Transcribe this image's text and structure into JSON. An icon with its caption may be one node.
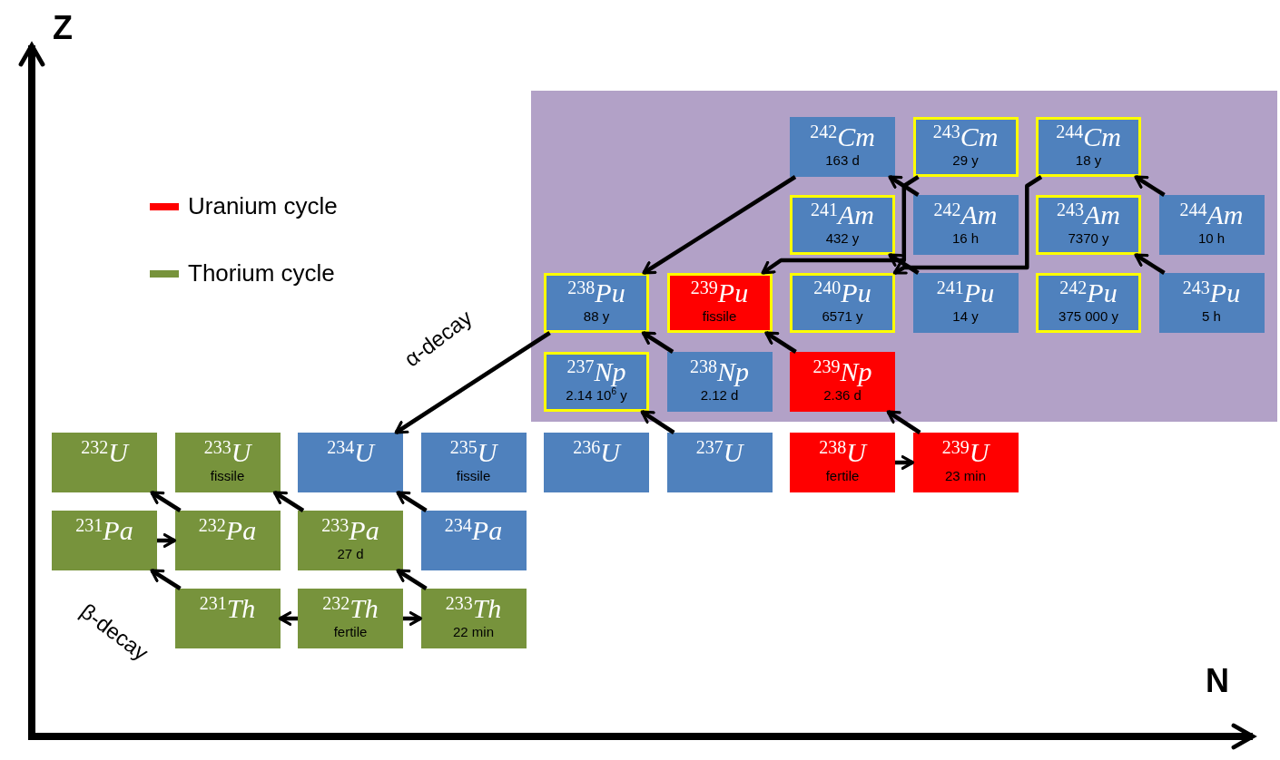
{
  "diagram": {
    "nodes": [
      {
        "text": [
          "$^{242}$*Cm*",
          "163 d"
        ]
      },
      {
        "text": [
          "$^{243}$*Cm*",
          "29 y"
        ]
      },
      {
        "text": [
          "$^{244}$*Cm*",
          "18 y"
        ]
      },
      {
        "text": [
          "$^{241}$*Am*",
          "432 y"
        ]
      },
      {
        "text": [
          "$^{242}$*Am*",
          "16 h"
        ]
      },
      {
        "text": [
          "$^{243}$*Am*",
          "7370 y"
        ]
      },
      {
        "text": [
          "$^{244}$*Am*",
          "10 h"
        ]
      },
      {
        "text": [
          "$^{238}$*Pu*",
          "88 y"
        ]
      },
      {
        "text": [
          "$^{239}$*Pu*",
          "fissile"
        ]
      },
      {
        "text": [
          "$^{240}$*Pu*",
          "6571 y"
        ]
      },
      {
        "text": [
          "$^{241}$*Pu*",
          "14 y"
        ]
      },
      {
        "text": [
          "$^{242}$*Pu*",
          "375 000 y"
        ]
      },
      {
        "text": [
          "$^{243}$*Pu*",
          "5 h"
        ]
      },
      {
        "text": [
          "$^{237}$*Np*",
          "2.14 10$^{6}$ y"
        ]
      },
      {
        "text": [
          "$^{238}$*Np*",
          "2.12 d"
        ]
      },
      {
        "text": [
          "$^{239}$*Np*",
          "2.36 d"
        ]
      },
      {
        "text": [
          "$^{232}$*U*"
        ]
      },
      {
        "text": [
          "$^{233}$*U*",
          "fissile"
        ]
      },
      {
        "text": [
          "$^{234}$*U*"
        ]
      },
      {
        "text": [
          "$^{235}$*U*",
          "fissile"
        ]
      },
      {
        "text": [
          "$^{236}$*U*"
        ]
      },
      {
        "text": [
          "$^{237}$*U*"
        ]
      },
      {
        "text": [
          "$^{238}$*U*",
          "fertile"
        ]
      },
      {
        "text": [
          "$^{239}$*U*",
          "23 min"
        ]
      },
      {
        "text": [
          "$^{231}$*Pa*"
        ]
      },
      {
        "text": [
          "$^{232}$*Pa*"
        ]
      },
      {
        "text": [
          "$^{233}$*Pa*",
          "27 d"
        ]
      },
      {
        "text": [
          "$^{234}$*Pa*"
        ]
      },
      {
        "text": [
          "$^{231}$*Th*"
        ]
      },
      {
        "text": [
          "$^{232}$*Th*",
          "fertile"
        ]
      },
      {
        "text": [
          "$^{233}$*Th*",
          "22 min"
        ]
      }
    ],
    "edges": [
      {
        "from": 28,
        "to": 24,
        "arrow": "to"
      },
      {
        "from": 24,
        "to": 25,
        "arrow": "to"
      },
      {
        "from": 25,
        "to": 16,
        "arrow": "to"
      },
      {
        "from": 29,
        "to": 28,
        "arrow": "to"
      },
      {
        "from": 29,
        "to": 30,
        "arrow": "to"
      },
      {
        "from": 30,
        "to": 26,
        "arrow": "to"
      },
      {
        "from": 26,
        "to": 17,
        "arrow": "to"
      },
      {
        "from": 27,
        "to": 18,
        "arrow": "to"
      },
      {
        "from": 7,
        "to": 18,
        "arrow": "to"
      },
      {
        "from": 21,
        "to": 13,
        "arrow": "to"
      },
      {
        "from": 14,
        "to": 7,
        "arrow": "to"
      },
      {
        "from": 22,
        "to": 23,
        "arrow": "to"
      },
      {
        "from": 23,
        "to": 15,
        "arrow": "to"
      },
      {
        "from": 15,
        "to": 8,
        "arrow": "to"
      },
      {
        "from": 0,
        "to": 7,
        "arrow": "to"
      },
      {
        "from": 1,
        "to": 8,
        "arrow": "to"
      },
      {
        "from": 2,
        "to": 9,
        "arrow": "to"
      },
      {
        "from": 4,
        "to": 0,
        "arrow": "to"
      },
      {
        "from": 10,
        "to": 3,
        "arrow": "to"
      },
      {
        "from": 6,
        "to": 2,
        "arrow": "to"
      },
      {
        "from": 12,
        "to": 5,
        "arrow": "to"
      }
    ],
    "labels": [
      "Z",
      "α-decay",
      "β-decay",
      "N"
    ],
    "legend": [
      {
        "text": "Uranium cycle",
        "color": "#ff0000"
      },
      {
        "text": "Thorium cycle",
        "color": "#77933c"
      }
    ]
  }
}
